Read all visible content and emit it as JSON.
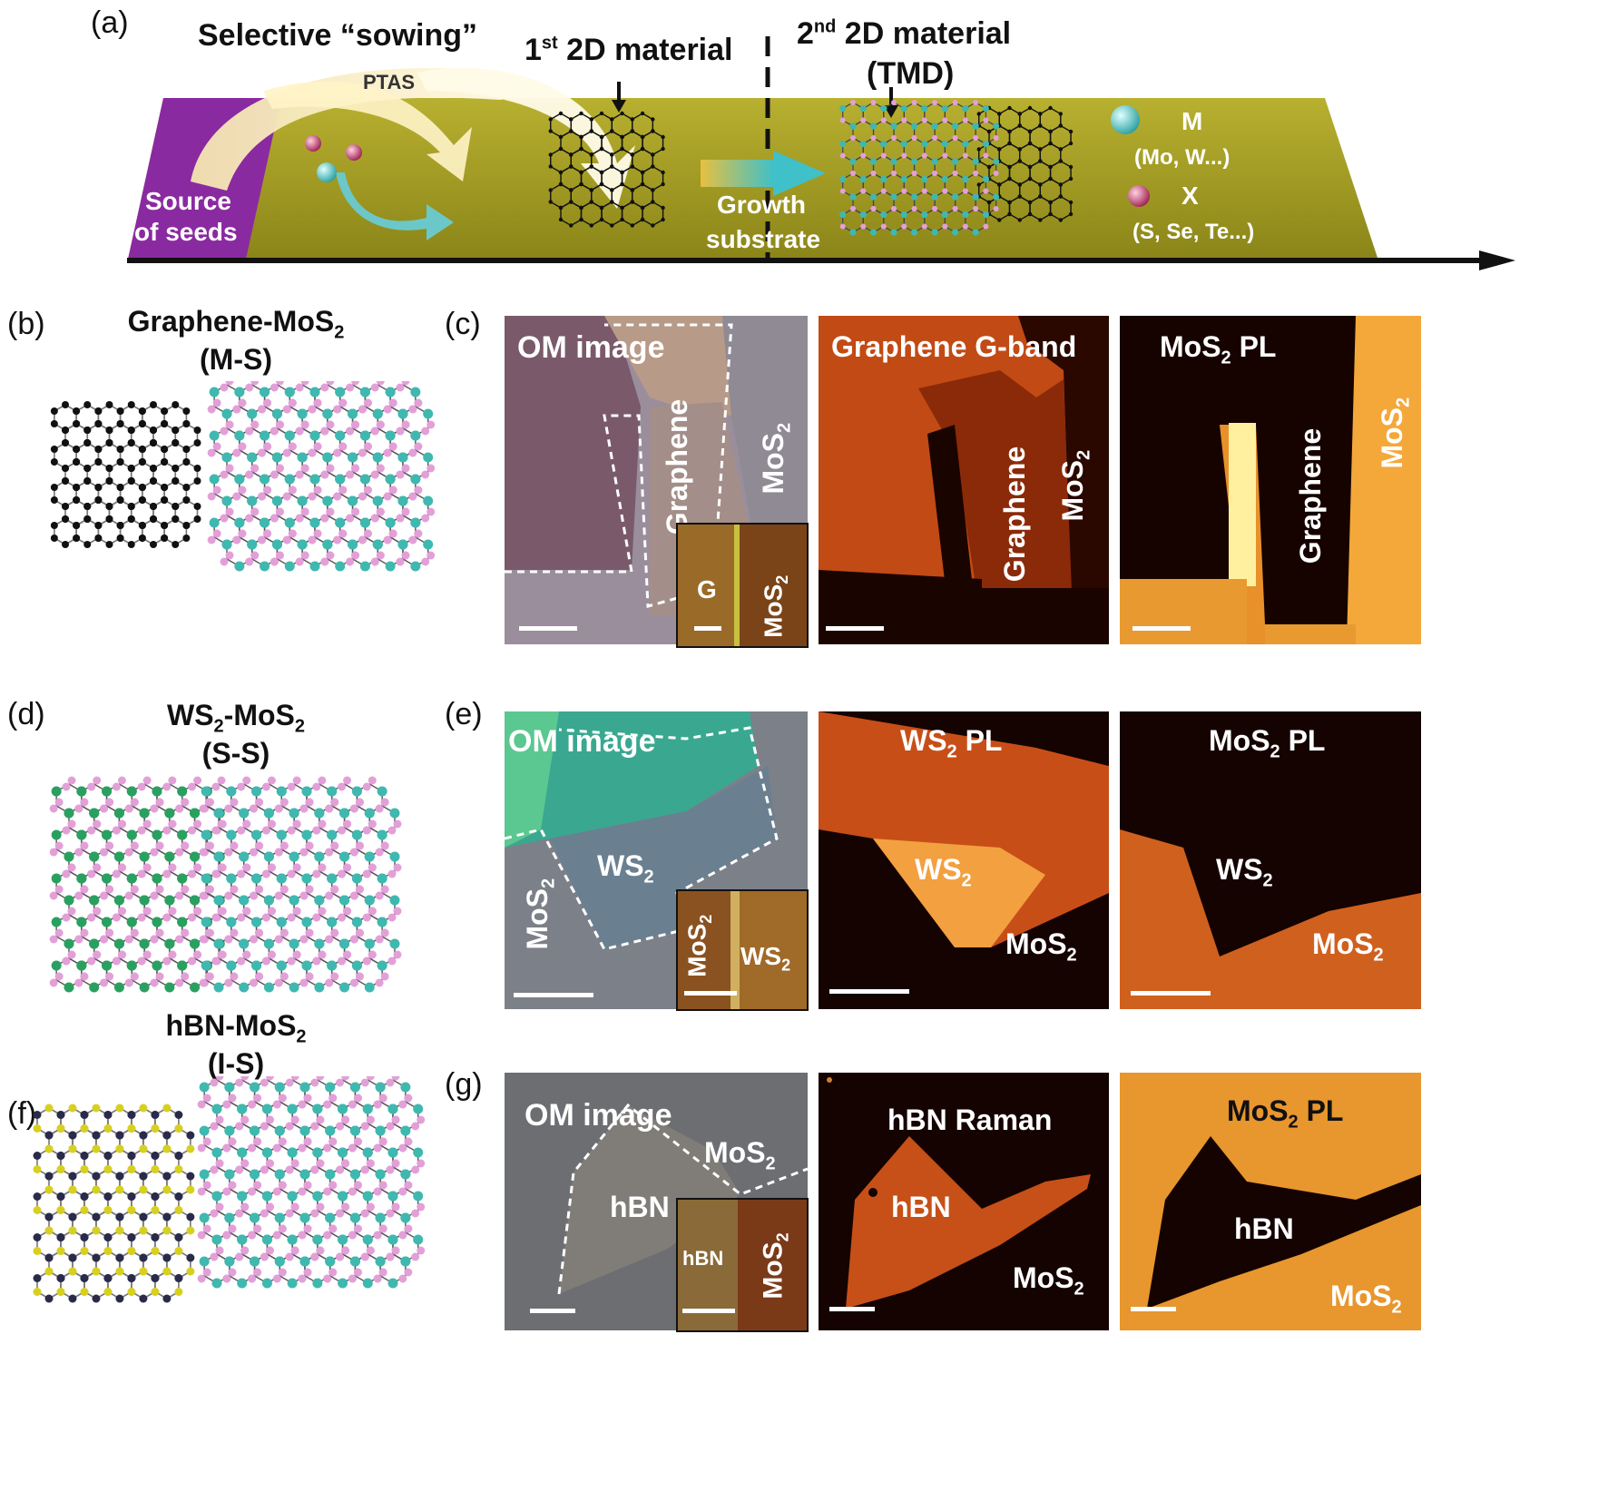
{
  "panel_a": {
    "label": "(a)",
    "sowing_label": "Selective “sowing”",
    "ptas_label": "PTAS",
    "first_material_label": "1st 2D material",
    "first_sup": "st",
    "first_num": "1",
    "first_rest": " 2D material",
    "second_num": "2",
    "second_sup": "nd",
    "second_rest": " 2D material",
    "second_sub_label": "(TMD)",
    "source_line1": "Source",
    "source_line2": "of seeds",
    "growth_line1": "Growth",
    "growth_line2": "substrate",
    "legend_m": "M",
    "legend_m_detail": "(Mo, W...)",
    "legend_x": "X",
    "legend_x_detail": "(S, Se, Te...)"
  },
  "panel_b": {
    "label": "(b)",
    "title_main": "Graphene-MoS",
    "title_sub": "2",
    "subtitle": "(M-S)"
  },
  "panel_c": {
    "label": "(c)",
    "om_title": "OM image",
    "graphene": "Graphene",
    "mos2": "MoS",
    "two": "2",
    "inset_g": "G",
    "gband_title": "Graphene G-band",
    "pl_title_main": "MoS",
    "pl_title_rest": " PL"
  },
  "panel_d": {
    "label": "(d)",
    "title_main": "WS",
    "title_mid": "-MoS",
    "title_sub": "2",
    "subtitle": "(S-S)"
  },
  "panel_e": {
    "label": "(e)",
    "om_title": "OM image",
    "ws": "WS",
    "mos": "MoS",
    "two": "2",
    "wspl_main": "WS",
    "pl_rest": " PL",
    "mospl_main": "MoS"
  },
  "panel_f": {
    "label": "(f)",
    "title_main": "hBN-MoS",
    "title_sub": "2",
    "subtitle": "(I-S)"
  },
  "panel_g": {
    "label": "(g)",
    "om_title": "OM image",
    "hbn": "hBN",
    "mos": "MoS",
    "two": "2",
    "raman_title": "hBN Raman",
    "pl_main": "MoS",
    "pl_rest": " PL"
  },
  "colors": {
    "substrate": "#a8a020",
    "source": "#8a2aa0",
    "graphene_atom": "#111111",
    "metal_atom": "#3fb8b0",
    "chalcogen_atom": "#e3a0d8",
    "w_atom": "#2aa060",
    "b_atom": "#2a2a4a",
    "n_atom": "#d8d020",
    "map_bright": "#f0a030",
    "map_dark": "#180400"
  }
}
